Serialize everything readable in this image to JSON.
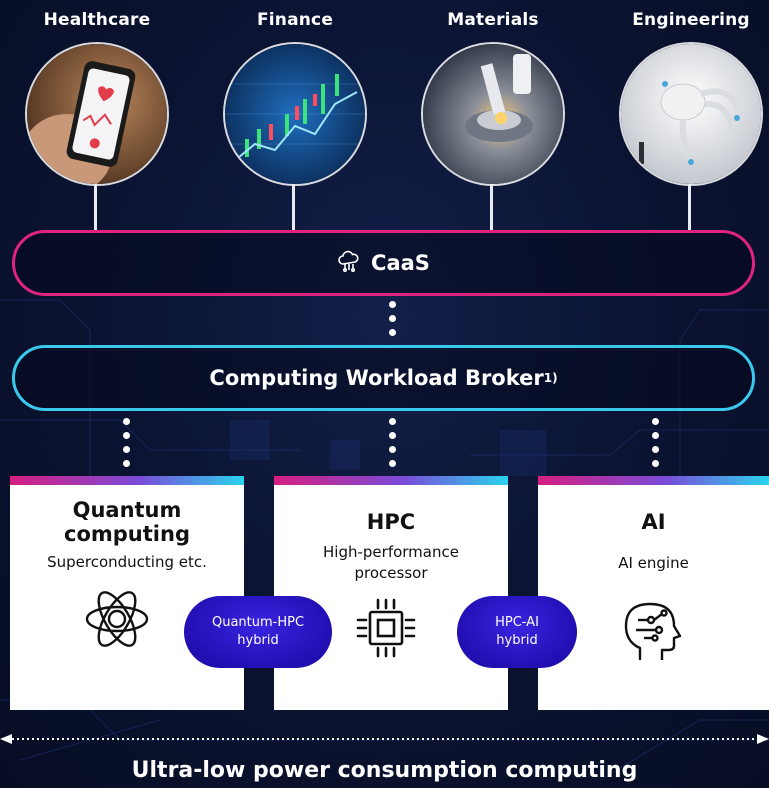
{
  "domains": [
    {
      "label": "Healthcare",
      "icon": "smartphone-health-app-photo"
    },
    {
      "label": "Finance",
      "icon": "stock-chart-photo"
    },
    {
      "label": "Materials",
      "icon": "lab-microscope-photo"
    },
    {
      "label": "Engineering",
      "icon": "aerodynamics-model-photo"
    }
  ],
  "caas": {
    "label": "CaaS",
    "icon": "cloud-network-icon",
    "border_color": "#e0237f"
  },
  "broker": {
    "label": "Computing Workload Broker",
    "footnote": "1)",
    "border_color": "#39c9ec"
  },
  "cards": {
    "quantum": {
      "title_line1": "Quantum",
      "title_line2": "computing",
      "subtitle": "Superconducting etc.",
      "icon": "atom-icon"
    },
    "hpc": {
      "title": "HPC",
      "subtitle_line1": "High-performance",
      "subtitle_line2": "processor",
      "icon": "chip-icon"
    },
    "ai": {
      "title": "AI",
      "subtitle": "AI engine",
      "icon": "brain-head-icon"
    }
  },
  "hybrids": {
    "quantum_hpc": {
      "line1": "Quantum-HPC",
      "line2": "hybrid"
    },
    "hpc_ai": {
      "line1": "HPC-AI",
      "line2": "hybrid"
    }
  },
  "bottom": {
    "label": "Ultra-low power consumption computing"
  },
  "colors": {
    "accent_pink": "#d61f80",
    "accent_cyan": "#2ad3ee",
    "hybrid_blue": "#2a14c8",
    "background": "#0b1433"
  }
}
